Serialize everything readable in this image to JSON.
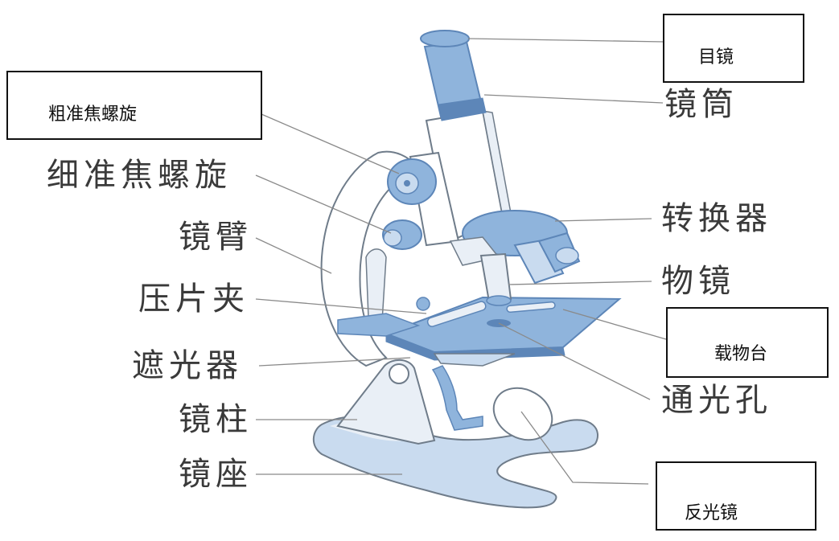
{
  "diagram": {
    "printed_labels": {
      "fine_focus": "细准焦螺旋",
      "arm": "镜臂",
      "clip": "压片夹",
      "diaphragm": "遮光器",
      "pillar": "镜柱",
      "base": "镜座",
      "tube": "镜筒",
      "nosepiece": "转换器",
      "objective": "物镜",
      "aperture": "通光孔"
    },
    "answer_boxes": {
      "eyepiece": "目镜",
      "coarse_focus": "粗准焦螺旋",
      "stage": "载物台",
      "mirror": "反光镜"
    },
    "colors": {
      "part_blue": "#8fb4dc",
      "part_blue_dark": "#5d86b8",
      "part_light": "#e9eff6",
      "outline": "#6f7c8a",
      "leader": "#8a8a8a"
    }
  }
}
